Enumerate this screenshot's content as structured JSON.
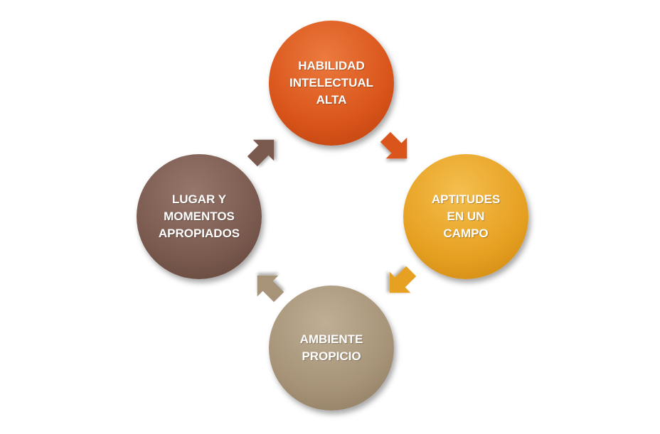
{
  "nodes": [
    {
      "label": "HABILIDAD\nINTELECTUAL\nALTA",
      "color": "#D9541A"
    },
    {
      "label": "APTITUDES\nEN UN\nCAMPO",
      "color": "#E6A021"
    },
    {
      "label": "AMBIENTE\nPROPICIO",
      "color": "#A69378"
    },
    {
      "label": "LUGAR Y\nMOMENTOS\nAPROPIADOS",
      "color": "#7A5A4F"
    }
  ]
}
